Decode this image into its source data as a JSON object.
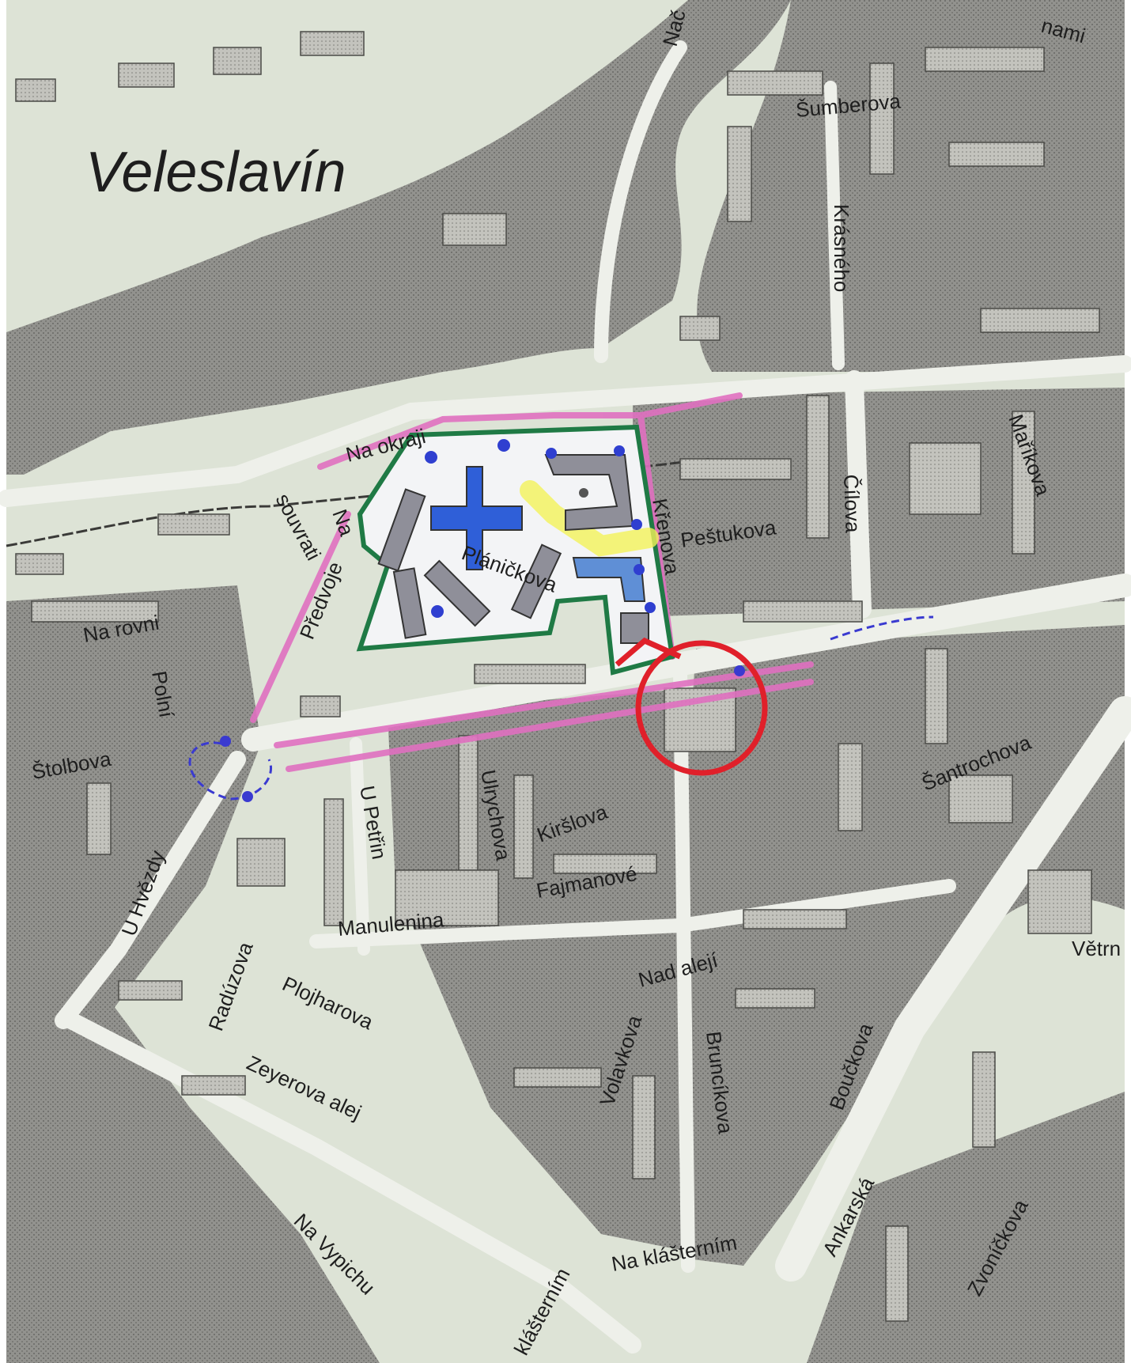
{
  "map": {
    "district_label": "Veleslavín",
    "street_labels": {
      "na_okraji": "Na okraji",
      "na": "Na",
      "souvrati": "souvrati",
      "predvoje": "Předvoje",
      "na_rovni": "Na rovni",
      "polni": "Polní",
      "stolbova": "Štolbova",
      "planickova": "Pláničkova",
      "krenova": "Křenova",
      "pestukova": "Peštukova",
      "cilova": "Čílova",
      "marikova": "Maříkova",
      "sumberova": "Šumberova",
      "krasneho": "Krásného",
      "santrochova": "Šantrochova",
      "u_hvezdy": "U Hvězdy",
      "u_petrin": "U Petřin",
      "ulrychova": "Ulrychova",
      "kirslova": "Kiršlova",
      "fajmanove": "Fajmanové",
      "manulenina": "Manulenina",
      "raduzova": "Radúzova",
      "plojharova": "Plojharova",
      "zeyerova_alej": "Zeyerova alej",
      "nad_aleji": "Nad alejí",
      "volavkova": "Volavkova",
      "bruncikova": "Bruncíkova",
      "bouckova": "Boučkova",
      "ankarska": "Ankarská",
      "zvonickova": "Zvoníčkova",
      "na_klasternim": "Na klášterním",
      "na_vypichu": "Na Vypichu",
      "vetrn": "Větrn",
      "naa": "Nač",
      "nami": "nami",
      "klasternim": "klášterním"
    },
    "colors": {
      "paper": "#dde3d6",
      "dark_area": "#8a8a87",
      "building": "#b8b8b2",
      "road": "#eef0ea",
      "highlight_pink": "#e070c0",
      "boundary_green": "#1f7a45",
      "building_blue": "#2f5fd8",
      "accent_yellow": "#f2f25a",
      "marker_red": "#e0202a",
      "dot_blue": "#3a3ad0"
    }
  }
}
